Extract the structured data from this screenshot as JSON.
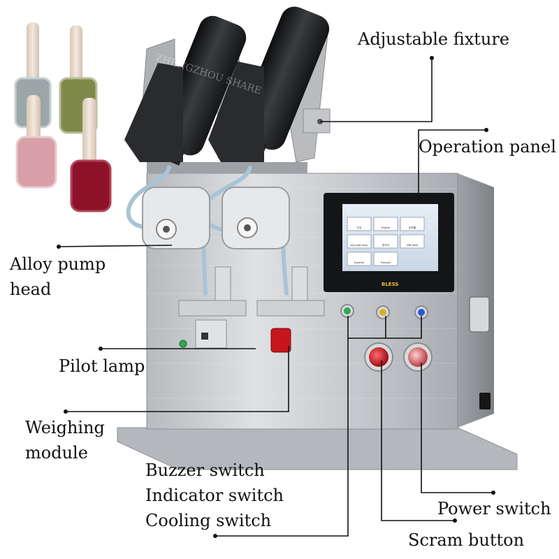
{
  "labels": {
    "adjustable_fixture": "Adjustable fixture",
    "operation_panel": "Operation panel",
    "alloy_pump_head": [
      "Alloy pump",
      "head"
    ],
    "pilot_lamp": "Pilot lamp",
    "weighing_module": [
      "Weighing",
      "module"
    ],
    "switches": [
      "Buzzer switch",
      "Indicator switch",
      "Cooling switch"
    ],
    "power_switch": "Power switch",
    "scram_button": "Scram button"
  },
  "screen": {
    "brand": "BLESS",
    "languages": [
      "中文",
      "English",
      "日本語",
      "русский язык",
      "한국어",
      "Việt Nam",
      "Español",
      "Français"
    ]
  },
  "watermark": "ZHENGZHOU SHARE",
  "colors": {
    "machine_steel": "#c9ccd0",
    "bottle_black": "#1c1d1f",
    "scram_red": "#c8151d",
    "power_red": "#d9484c",
    "led_green": "#2fa84f",
    "led_yellow": "#d8b024",
    "led_blue": "#2e57d6",
    "polish_grey": "#9aa6a8",
    "polish_olive": "#7f8a48",
    "polish_pink": "#d8a0a6",
    "polish_wine": "#8d1227"
  }
}
